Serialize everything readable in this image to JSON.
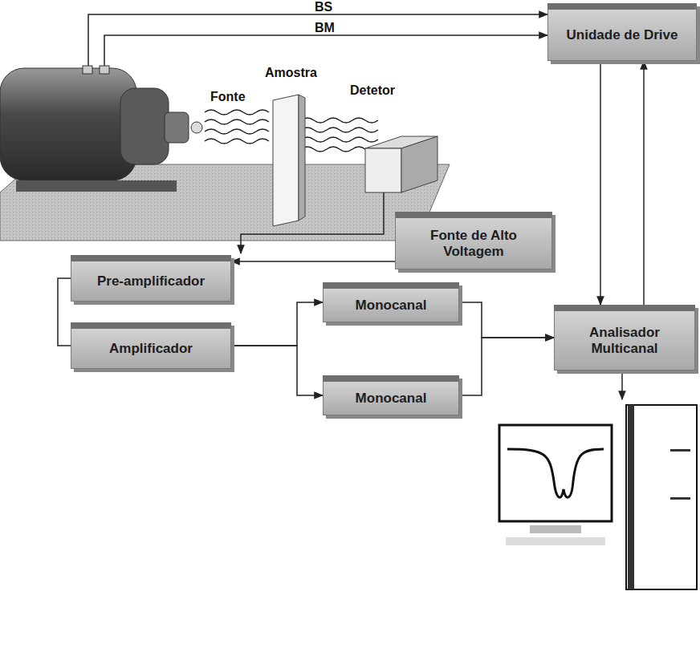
{
  "diagram": {
    "nodes": [
      {
        "text": [
          "Unidade de Drive"
        ]
      },
      {
        "text": [
          "Fonte de Alto Voltagem"
        ]
      },
      {
        "text": [
          "Pre-amplificador"
        ]
      },
      {
        "text": [
          "Monocanal"
        ]
      },
      {
        "text": [
          "Analisador Multicanal"
        ]
      },
      {
        "text": [
          "Amplificador"
        ]
      },
      {
        "text": [
          "Monocanal"
        ]
      }
    ],
    "edges": [
      {
        "from": 1,
        "to": 2,
        "arrow": "to"
      },
      {
        "from": 2,
        "to": 5,
        "arrow": "none"
      },
      {
        "from": 5,
        "to": 3,
        "arrow": "to"
      },
      {
        "from": 5,
        "to": 6,
        "arrow": "to"
      },
      {
        "from": 3,
        "to": 4,
        "arrow": "to"
      },
      {
        "from": 6,
        "to": 4,
        "arrow": "to"
      },
      {
        "from": 0,
        "to": 4,
        "arrow": "to"
      },
      {
        "from": 4,
        "to": 0,
        "arrow": "to"
      }
    ],
    "labels": [
      "BS",
      "BM",
      "Fonte",
      "Amostra",
      "Detetor"
    ]
  }
}
